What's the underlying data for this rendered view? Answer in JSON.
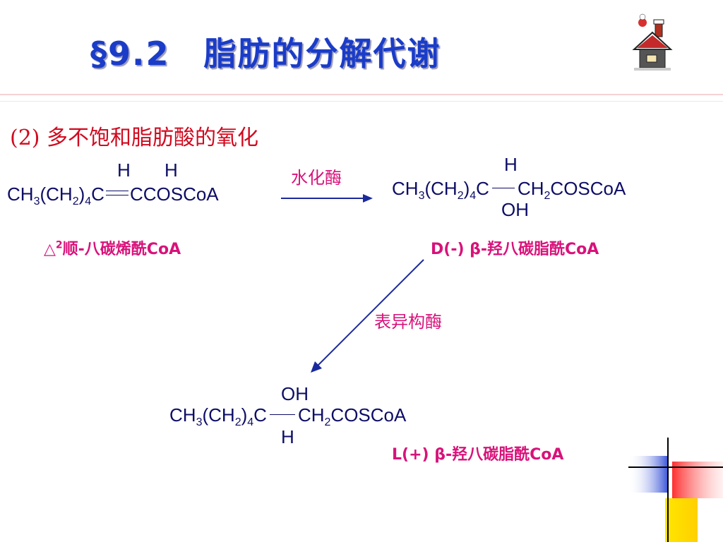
{
  "header": {
    "title": "§9.2　脂肪的分解代谢"
  },
  "section": {
    "heading": "(2)  多不饱和脂肪酸的氧化"
  },
  "reaction1": {
    "substrate": {
      "h_left": "H",
      "h_right": "H",
      "part1": "CH",
      "sub3": "3",
      "part2": "(CH",
      "sub2": "2",
      "part3": ")",
      "sub4": "4",
      "part4": "C",
      "part5": "CCOSCoA",
      "name_prefix": "△",
      "name_sup": "2",
      "name_suffix": "顺-八碳烯酰CoA"
    },
    "enzyme": "水化酶",
    "product": {
      "h_top": "H",
      "oh_bottom": "OH",
      "part1": "CH",
      "sub3": "3",
      "part2": "(CH",
      "sub2": "2",
      "part3": ")",
      "sub4": "4",
      "part4": "C",
      "part5": "CH",
      "sub2b": "2",
      "part6": "COSCoA",
      "name": "D(-) β-羟八碳脂酰CoA"
    }
  },
  "reaction2": {
    "enzyme": "表异构酶",
    "product": {
      "oh_top": "OH",
      "h_bottom": "H",
      "part1": "CH",
      "sub3": "3",
      "part2": "(CH",
      "sub2": "2",
      "part3": ")",
      "sub4": "4",
      "part4": "C",
      "part5": "CH",
      "sub2b": "2",
      "part6": "COSCoA",
      "name": "L(+) β-羟八碳脂酰CoA"
    }
  },
  "colors": {
    "title": "#1a3cc8",
    "section": "#d10a1f",
    "chem": "#0d0d66",
    "label": "#d8127a",
    "arrow": "#1a2a9c"
  }
}
